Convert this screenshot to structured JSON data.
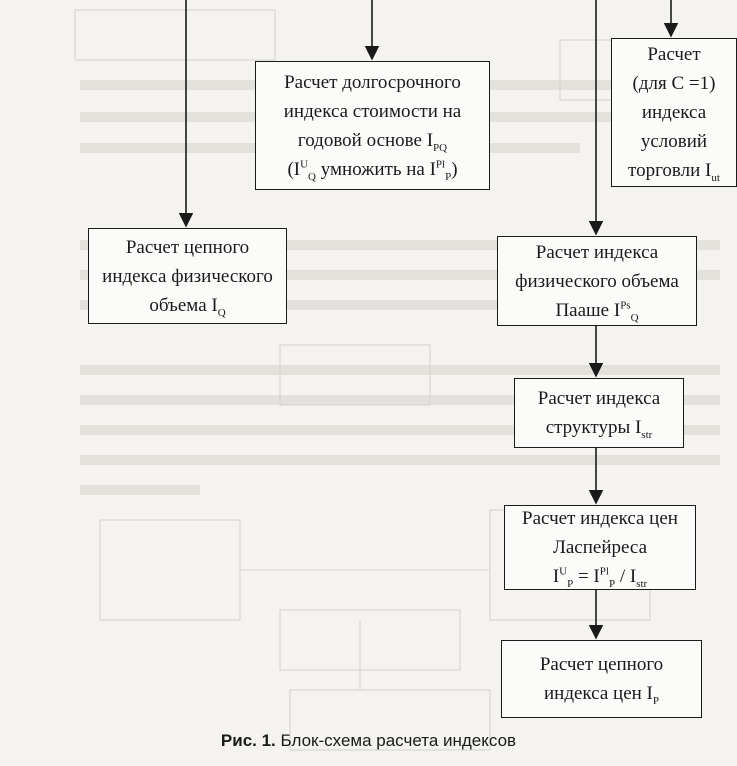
{
  "diagram": {
    "boxes": {
      "long_term_index": {
        "line1": "Расчет долгосрочного",
        "line2": "индекса стоимости на",
        "line3_text": "годовой основе I",
        "line3_sub": "PQ",
        "line4_open": "(I",
        "line4_sup1": "U",
        "line4_sub1": "Q",
        "line4_mid": " умножить на I",
        "line4_sup2": "Pl",
        "line4_sub2": "P",
        "line4_close": ")"
      },
      "terms_of_trade": {
        "line1": "Расчет",
        "line2": "(для С =1)",
        "line3": "индекса",
        "line4": "условий",
        "line5_text": "торговли I",
        "line5_sub": "ut"
      },
      "chain_physical_volume": {
        "line1": "Расчет цепного",
        "line2": "индекса физического",
        "line3_text": "объема I",
        "line3_sub": "Q"
      },
      "paasche_volume": {
        "line1": "Расчет индекса",
        "line2": "физического объема",
        "line3_text": "Пааше I",
        "line3_sup": "Ps",
        "line3_sub": "Q"
      },
      "structure_index": {
        "line1": "Расчет индекса",
        "line2_text": "структуры I",
        "line2_sub": "str"
      },
      "laspeyres_price": {
        "line1": "Расчет индекса цен",
        "line2": "Ласпейреса",
        "f_a": "I",
        "f_a_sup": "U",
        "f_a_sub": "P",
        "f_eq": " = I",
        "f_b_sup": "Pl",
        "f_b_sub": "P",
        "f_div": " / I",
        "f_c_sub": "str"
      },
      "chain_price_index": {
        "line1": "Расчет цепного",
        "line2_text": "индекса цен I",
        "line2_sub": "P"
      }
    },
    "caption": {
      "label": "Рис. 1.",
      "text": " Блок-схема расчета индексов"
    }
  }
}
